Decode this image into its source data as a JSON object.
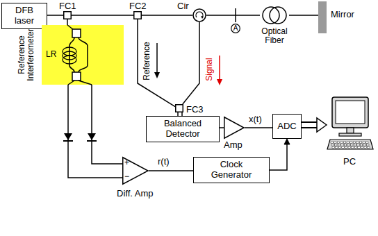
{
  "diagram": {
    "nodes": [
      {
        "text": [
          "DFB laser"
        ]
      },
      {
        "text": [
          "FC1"
        ]
      },
      {
        "text": [
          "FC2"
        ]
      },
      {
        "text": [
          "Cir"
        ]
      },
      {
        "text": [
          "A"
        ]
      },
      {
        "text": [
          "Optical Fiber"
        ]
      },
      {
        "text": [
          "Mirror"
        ]
      },
      {
        "text": [
          "Reference Interferometer"
        ]
      },
      {
        "text": [
          "FC3"
        ]
      },
      {
        "text": [
          "Balanced Detector"
        ]
      },
      {
        "text": [
          "Amp"
        ]
      },
      {
        "text": [
          "ADC"
        ]
      },
      {
        "text": [
          "PC"
        ]
      },
      {
        "text": [
          "Diff. Amp"
        ]
      },
      {
        "text": [
          "Clock Generator"
        ]
      }
    ],
    "edges": [
      {
        "from": 0,
        "to": 1,
        "arrow": "none"
      },
      {
        "from": 1,
        "to": 2,
        "arrow": "none"
      },
      {
        "from": 2,
        "to": 3,
        "arrow": "none"
      },
      {
        "from": 3,
        "to": 5,
        "arrow": "none"
      },
      {
        "from": 5,
        "to": 6,
        "arrow": "none"
      },
      {
        "from": 1,
        "to": 7,
        "arrow": "none"
      },
      {
        "from": 7,
        "to": 13,
        "arrow": "none"
      },
      {
        "from": 7,
        "to": 13,
        "arrow": "none"
      },
      {
        "from": 2,
        "to": 8,
        "arrow": "none"
      },
      {
        "from": 3,
        "to": 8,
        "arrow": "none"
      },
      {
        "from": 8,
        "to": 9,
        "arrow": "none"
      },
      {
        "from": 9,
        "to": 10,
        "arrow": "none"
      },
      {
        "from": 10,
        "to": 11,
        "label": "x(t)",
        "arrow": "none"
      },
      {
        "from": 11,
        "to": 12,
        "arrow": "to"
      },
      {
        "from": 13,
        "to": 14,
        "label": "r(t)",
        "arrow": "none"
      },
      {
        "from": 14,
        "to": 11,
        "arrow": "to"
      }
    ],
    "labels": [
      "LR",
      "Reference",
      "Signal",
      "+",
      "−"
    ]
  }
}
